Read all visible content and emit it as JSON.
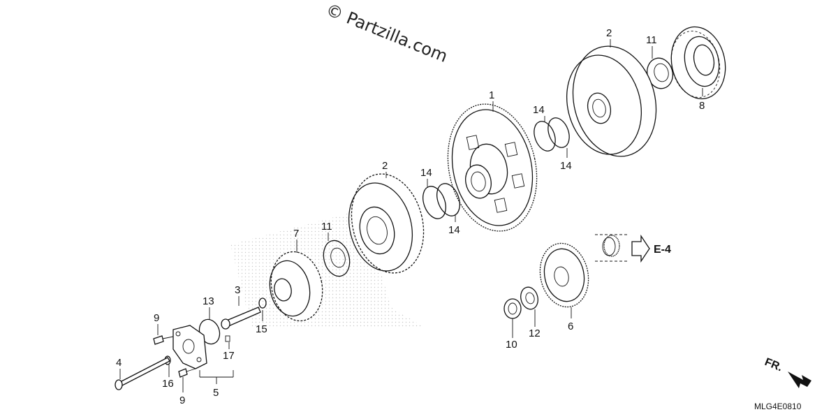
{
  "watermark": "© Partzilla.com",
  "diagram_code": "MLG4E0810",
  "reference": "E-4",
  "direction": "FR.",
  "labels": [
    {
      "id": "c1",
      "text": "1"
    },
    {
      "id": "c2a",
      "text": "2"
    },
    {
      "id": "c2b",
      "text": "2"
    },
    {
      "id": "c3",
      "text": "3"
    },
    {
      "id": "c4",
      "text": "4"
    },
    {
      "id": "c5",
      "text": "5"
    },
    {
      "id": "c6",
      "text": "6"
    },
    {
      "id": "c7",
      "text": "7"
    },
    {
      "id": "c8",
      "text": "8"
    },
    {
      "id": "c9a",
      "text": "9"
    },
    {
      "id": "c9b",
      "text": "9"
    },
    {
      "id": "c10",
      "text": "10"
    },
    {
      "id": "c11a",
      "text": "11"
    },
    {
      "id": "c11b",
      "text": "11"
    },
    {
      "id": "c12",
      "text": "12"
    },
    {
      "id": "c13",
      "text": "13"
    },
    {
      "id": "c14a",
      "text": "14"
    },
    {
      "id": "c14b",
      "text": "14"
    },
    {
      "id": "c14c",
      "text": "14"
    },
    {
      "id": "c14d",
      "text": "14"
    },
    {
      "id": "c15",
      "text": "15"
    },
    {
      "id": "c16",
      "text": "16"
    },
    {
      "id": "c17",
      "text": "17"
    }
  ]
}
